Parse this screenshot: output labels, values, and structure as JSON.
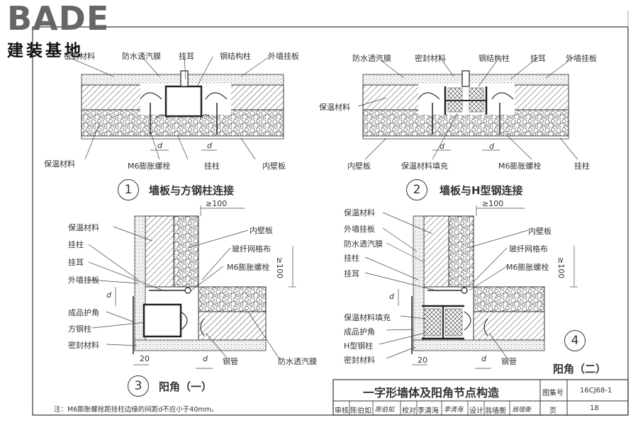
{
  "logo": {
    "main": "BADE",
    "sub": "建装基地"
  },
  "details": [
    {
      "num": "1",
      "caption": "墙板与方钢柱连接",
      "labels": {
        "sealing_top": "密封材料",
        "membrane_top": "防水透汽膜",
        "lug": "挂耳",
        "steel_col": "钢结构柱",
        "ext_panel": "外墙挂板",
        "insulation": "保温材料",
        "bolt": "M6膨胀螺栓",
        "post": "挂柱",
        "inner_panel": "内壁板",
        "d1": "d",
        "d2": "d"
      }
    },
    {
      "num": "2",
      "caption": "墙板与H型钢连接",
      "labels": {
        "membrane_top": "防水透汽膜",
        "sealing_top": "密封材料",
        "steel_col": "钢结构柱",
        "lug": "挂耳",
        "ext_panel": "外墙挂板",
        "insulation": "保温材料",
        "inner_panel": "内壁板",
        "fill": "保温材料填充",
        "bolt": "M6膨胀螺栓",
        "post": "挂柱",
        "d1": "d",
        "d2": "d"
      }
    },
    {
      "num": "3",
      "caption": "阳角（一）",
      "labels": {
        "dim100": "≥100",
        "insulation": "保温材料",
        "inner_panel": "内壁板",
        "post": "挂柱",
        "mesh": "玻纤网格布",
        "lug": "挂耳",
        "bolt": "M6膨胀螺栓",
        "ext_panel": "外墙挂板",
        "d_left": "d",
        "dim100v": "≥100",
        "guard": "成品护角",
        "square_col": "方钢柱",
        "sealing": "密封材料",
        "dim20": "20",
        "d_bottom": "d",
        "pipe": "钢管",
        "membrane": "防水透汽膜"
      }
    },
    {
      "num": "4",
      "caption": "阳角（二）",
      "labels": {
        "dim100": "≥100",
        "insulation": "保温材料",
        "ext_panel": "外墙挂板",
        "membrane": "防水透汽膜",
        "inner_panel": "内壁板",
        "post": "挂柱",
        "mesh": "玻纤网格布",
        "lug": "挂耳",
        "bolt": "M6膨胀螺栓",
        "dim100v": "≥100",
        "d_left": "d",
        "fill": "保温材料填充",
        "guard": "成品护角",
        "h_col": "H型钢柱",
        "sealing": "密封材料",
        "dim20": "20",
        "d_bottom": "d",
        "pipe": "钢管"
      }
    }
  ],
  "note": "注：M6膨胀螺栓距挂柱边缘的间距d不应小于40mm。",
  "title_block": {
    "title": "一字形墙体及阳角节点构造",
    "atlas_label": "图集号",
    "atlas_no": "16CJ68-1",
    "review_label": "审核",
    "reviewer": "陈伯如",
    "reviewer_sign": "陈伯如",
    "check_label": "校对",
    "checker": "李清海",
    "checker_sign": "李清海",
    "design_label": "设计",
    "designer": "翁墙衡",
    "designer_sign": "翁墙衡",
    "page_label": "页",
    "page_no": "18"
  }
}
